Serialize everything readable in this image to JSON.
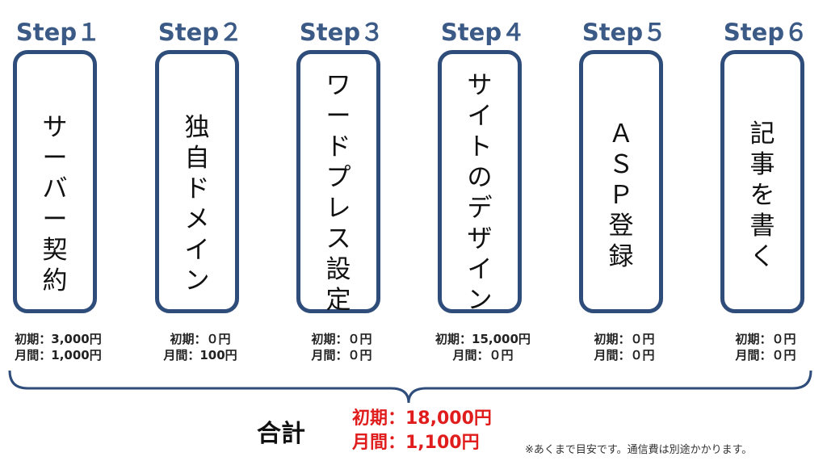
{
  "steps": [
    {
      "title": "Step１",
      "name": "サーバー契約",
      "initial": "初期：3,000円",
      "monthly": "月間：1,000円"
    },
    {
      "title": "Step２",
      "name": "独自ドメイン",
      "initial": "初期：０円",
      "monthly": "月間：100円"
    },
    {
      "title": "Step３",
      "name": "ワードプレス設定",
      "initial": "初期：０円",
      "monthly": "月間：０円"
    },
    {
      "title": "Step４",
      "name": "サイトのデザイン",
      "initial": "初期：15,000円",
      "monthly": "月間：０円"
    },
    {
      "title": "Step５",
      "name": "ＡＳＰ登録",
      "initial": "初期：０円",
      "monthly": "月間：０円"
    },
    {
      "title": "Step６",
      "name": "記事を書く",
      "initial": "初期：０円",
      "monthly": "月間：０円"
    }
  ],
  "total": {
    "label": "合計",
    "initial": "初期：18,000円",
    "monthly": "月間：1,100円"
  },
  "note": "※あくまで目安です。通信費は別途かかります。",
  "colors": {
    "step_title": "#3c5a86",
    "box_border": "#2f4d7a",
    "total_values": "#e01c1c"
  }
}
